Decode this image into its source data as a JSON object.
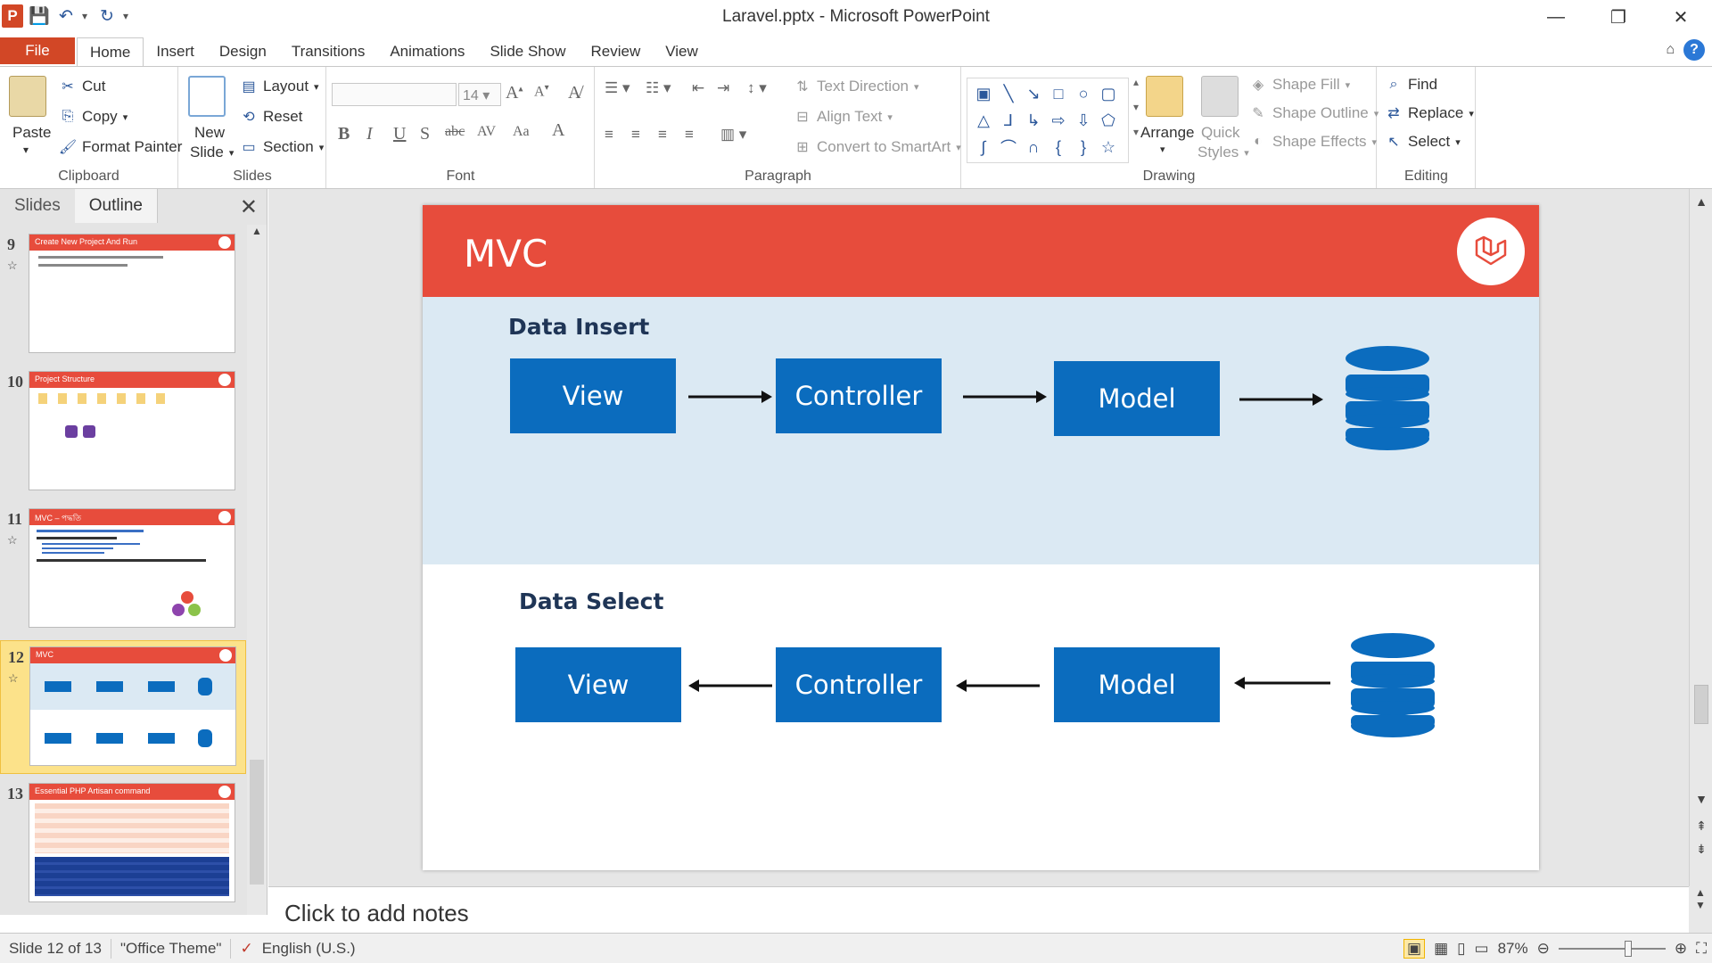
{
  "window": {
    "title": "Laravel.pptx - Microsoft PowerPoint",
    "app_icon_letter": "P",
    "controls": [
      "—",
      "❐",
      "✕"
    ]
  },
  "ribbon_tabs": {
    "file": "File",
    "tabs": [
      "Home",
      "Insert",
      "Design",
      "Transitions",
      "Animations",
      "Slide Show",
      "Review",
      "View"
    ],
    "active": "Home"
  },
  "ribbon": {
    "clipboard": {
      "label": "Clipboard",
      "paste": "Paste",
      "cut": "Cut",
      "copy": "Copy",
      "format_painter": "Format Painter"
    },
    "slides": {
      "label": "Slides",
      "new_slide_1": "New",
      "new_slide_2": "Slide",
      "layout": "Layout",
      "reset": "Reset",
      "section": "Section"
    },
    "font": {
      "label": "Font",
      "size": "14"
    },
    "paragraph": {
      "label": "Paragraph",
      "text_direction": "Text Direction",
      "align_text": "Align Text",
      "convert_smartart": "Convert to SmartArt"
    },
    "drawing": {
      "label": "Drawing",
      "arrange": "Arrange",
      "quick_1": "Quick",
      "quick_2": "Styles",
      "shape_fill": "Shape Fill",
      "shape_outline": "Shape Outline",
      "shape_effects": "Shape Effects"
    },
    "editing": {
      "label": "Editing",
      "find": "Find",
      "replace": "Replace",
      "select": "Select"
    }
  },
  "slide_panel": {
    "tabs": [
      "Slides",
      "Outline"
    ],
    "thumbnails": [
      {
        "num": "9",
        "title": "Create New Project And Run"
      },
      {
        "num": "10",
        "title": "Project Structure"
      },
      {
        "num": "11",
        "title": "MVC – পদ্ধতি"
      },
      {
        "num": "12",
        "title": "MVC"
      },
      {
        "num": "13",
        "title": "Essential PHP Artisan command"
      }
    ]
  },
  "slide": {
    "title": "MVC",
    "insert_section": {
      "title": "Data Insert",
      "boxes": [
        "View",
        "Controller",
        "Model"
      ]
    },
    "select_section": {
      "title": "Data Select",
      "boxes": [
        "View",
        "Controller",
        "Model"
      ]
    }
  },
  "notes": {
    "placeholder": "Click to add notes"
  },
  "status_bar": {
    "slide_info": "Slide 12 of 13",
    "theme": "\"Office Theme\"",
    "language": "English (U.S.)",
    "zoom": "87%"
  },
  "colors": {
    "header_red": "#e74c3c",
    "box_blue": "#0b6cbe",
    "band_blue": "#dbe9f3",
    "file_tab": "#d24726"
  }
}
